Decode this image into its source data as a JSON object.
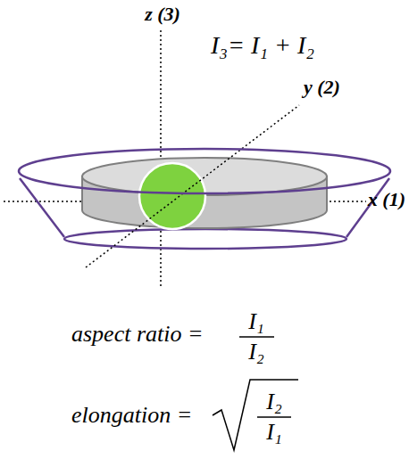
{
  "diagram": {
    "labels": [
      "z (3)",
      "I₃= I₁ + I₂",
      "y (2)",
      "x (1)",
      "aspect ratio =",
      "I₁",
      "I₂",
      "elongation =",
      "I₂",
      "I₁"
    ]
  }
}
